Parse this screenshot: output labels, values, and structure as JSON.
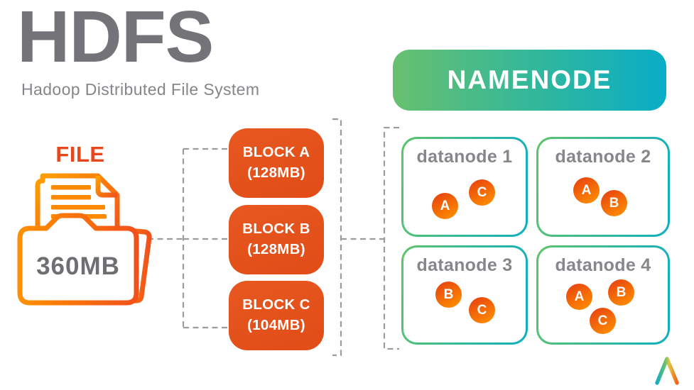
{
  "header": {
    "title": "HDFS",
    "subtitle": "Hadoop Distributed File System"
  },
  "file": {
    "label": "FILE",
    "size": "360MB"
  },
  "blocks": [
    {
      "name": "BLOCK A",
      "size": "(128MB)"
    },
    {
      "name": "BLOCK B",
      "size": "(128MB)"
    },
    {
      "name": "BLOCK C",
      "size": "(104MB)"
    }
  ],
  "namenode": {
    "label": "NAMENODE"
  },
  "datanodes": [
    {
      "label": "datanode 1",
      "replicas": [
        "A",
        "C"
      ]
    },
    {
      "label": "datanode 2",
      "replicas": [
        "A",
        "B"
      ]
    },
    {
      "label": "datanode 3",
      "replicas": [
        "B",
        "C"
      ]
    },
    {
      "label": "datanode 4",
      "replicas": [
        "A",
        "B",
        "C"
      ]
    }
  ],
  "colors": {
    "title_gray": "#747478",
    "label_gray": "#87878B",
    "block_orange": "#E4511C",
    "file_orange": "#E8471B",
    "folder_orange_light": "#FFA000",
    "folder_orange_deep": "#F1511B",
    "green": "#5EC46C",
    "teal": "#0FAEC4",
    "dash_gray": "#9C9C9C"
  },
  "logo": {
    "name": "caret-logo"
  }
}
